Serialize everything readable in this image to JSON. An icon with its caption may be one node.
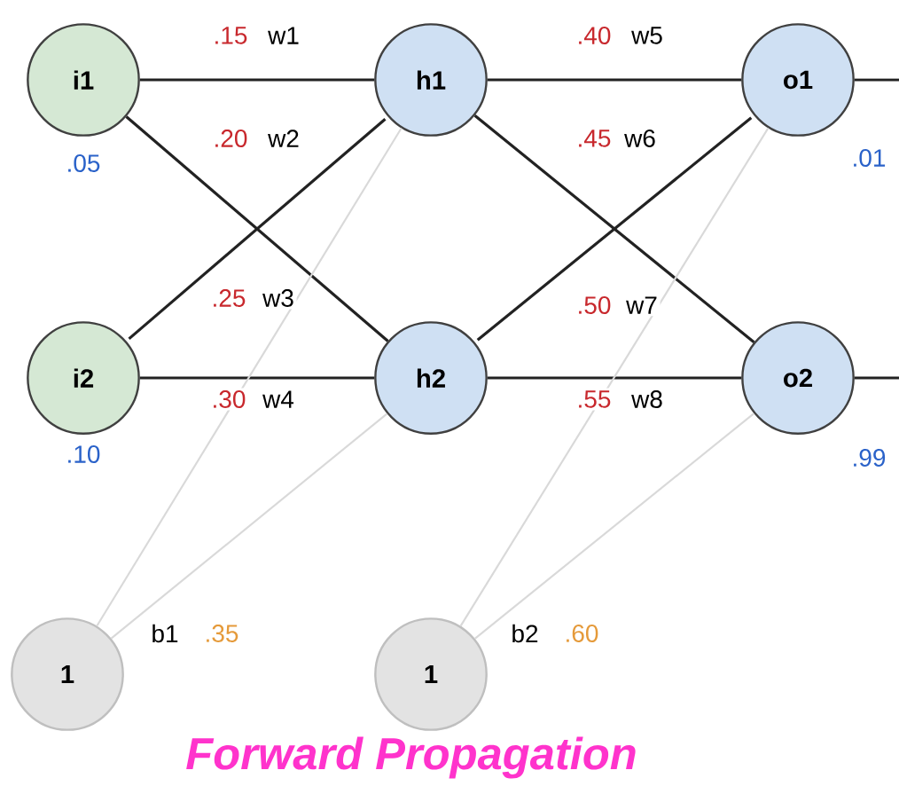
{
  "diagram": {
    "caption": "Forward Propagation",
    "nodes": [
      {
        "text": [
          "i1"
        ],
        "beside": [
          ".05"
        ]
      },
      {
        "text": [
          "i2"
        ],
        "beside": [
          ".10"
        ]
      },
      {
        "text": [
          "h1"
        ]
      },
      {
        "text": [
          "h2"
        ]
      },
      {
        "text": [
          "o1"
        ],
        "beside": [
          ".01"
        ]
      },
      {
        "text": [
          "o2"
        ],
        "beside": [
          ".99"
        ]
      },
      {
        "text": [
          "1"
        ],
        "beside": [
          "b1",
          ".35"
        ]
      },
      {
        "text": [
          "1"
        ],
        "beside": [
          "b2",
          ".60"
        ]
      }
    ],
    "edges": [
      {
        "from": 0,
        "to": 2,
        "arrow": "none",
        "label": "w1"
      },
      {
        "from": 0,
        "to": 3,
        "arrow": "none",
        "label": "w3"
      },
      {
        "from": 1,
        "to": 2,
        "arrow": "none",
        "label": "w2"
      },
      {
        "from": 1,
        "to": 3,
        "arrow": "none",
        "label": "w4"
      },
      {
        "from": 2,
        "to": 4,
        "arrow": "none",
        "label": "w5"
      },
      {
        "from": 2,
        "to": 5,
        "arrow": "none",
        "label": "w7"
      },
      {
        "from": 3,
        "to": 4,
        "arrow": "none",
        "label": "w6"
      },
      {
        "from": 3,
        "to": 5,
        "arrow": "none",
        "label": "w8"
      },
      {
        "from": 6,
        "to": 2,
        "arrow": "none",
        "color": "#d9d9d9"
      },
      {
        "from": 6,
        "to": 3,
        "arrow": "none",
        "color": "#d9d9d9"
      },
      {
        "from": 7,
        "to": 4,
        "arrow": "none",
        "color": "#d9d9d9"
      },
      {
        "from": 7,
        "to": 5,
        "arrow": "none",
        "color": "#d9d9d9"
      },
      {
        "from": 4,
        "to": null,
        "arrow": "none"
      },
      {
        "from": 5,
        "to": null,
        "arrow": "none"
      }
    ],
    "labels": [
      ".15",
      ".20",
      ".25",
      ".30",
      ".40",
      ".45",
      ".50",
      ".55"
    ]
  }
}
